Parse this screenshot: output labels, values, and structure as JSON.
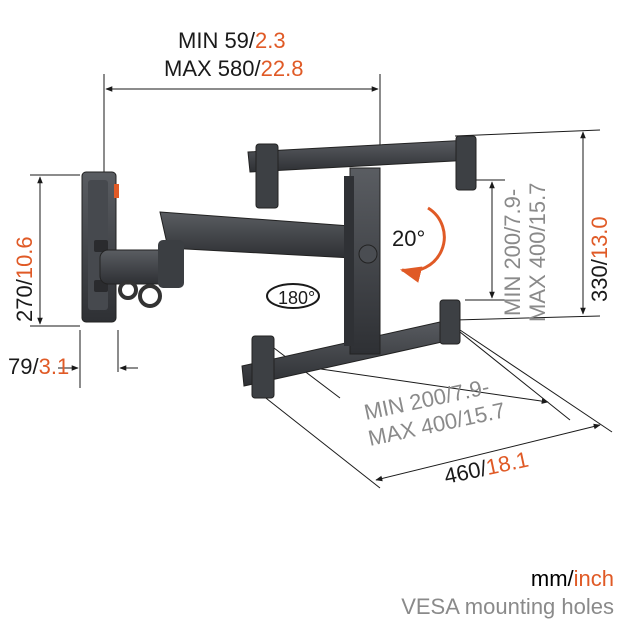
{
  "colors": {
    "accent": "#e05a26",
    "text": "#1a1a1a",
    "gray": "#8a8a8a",
    "metal": "#3a3c40",
    "metal_light": "#5a5d62"
  },
  "dimensions": {
    "depth_min_mm": "MIN 59/",
    "depth_min_in": "2.3",
    "depth_max_mm": "MAX 580/",
    "depth_max_in": "22.8",
    "plate_height_mm": "270/",
    "plate_height_in": "10.6",
    "plate_width_mm": "79/",
    "plate_width_in": "3.1",
    "total_height_mm": "330/",
    "total_height_in": "13.0",
    "total_width_mm": "460/",
    "total_width_in": "18.1",
    "vesa_v_line1": "MIN 200/7.9-",
    "vesa_v_line2": "MAX 400/15.7",
    "vesa_h_line1": "MIN 200/7.9-",
    "vesa_h_line2": "MAX 400/15.7"
  },
  "rotation": {
    "tilt": "20°",
    "swivel": "180°"
  },
  "legend": {
    "unit_mm": "mm/",
    "unit_in": "inch",
    "vesa_label": "VESA mounting holes"
  }
}
